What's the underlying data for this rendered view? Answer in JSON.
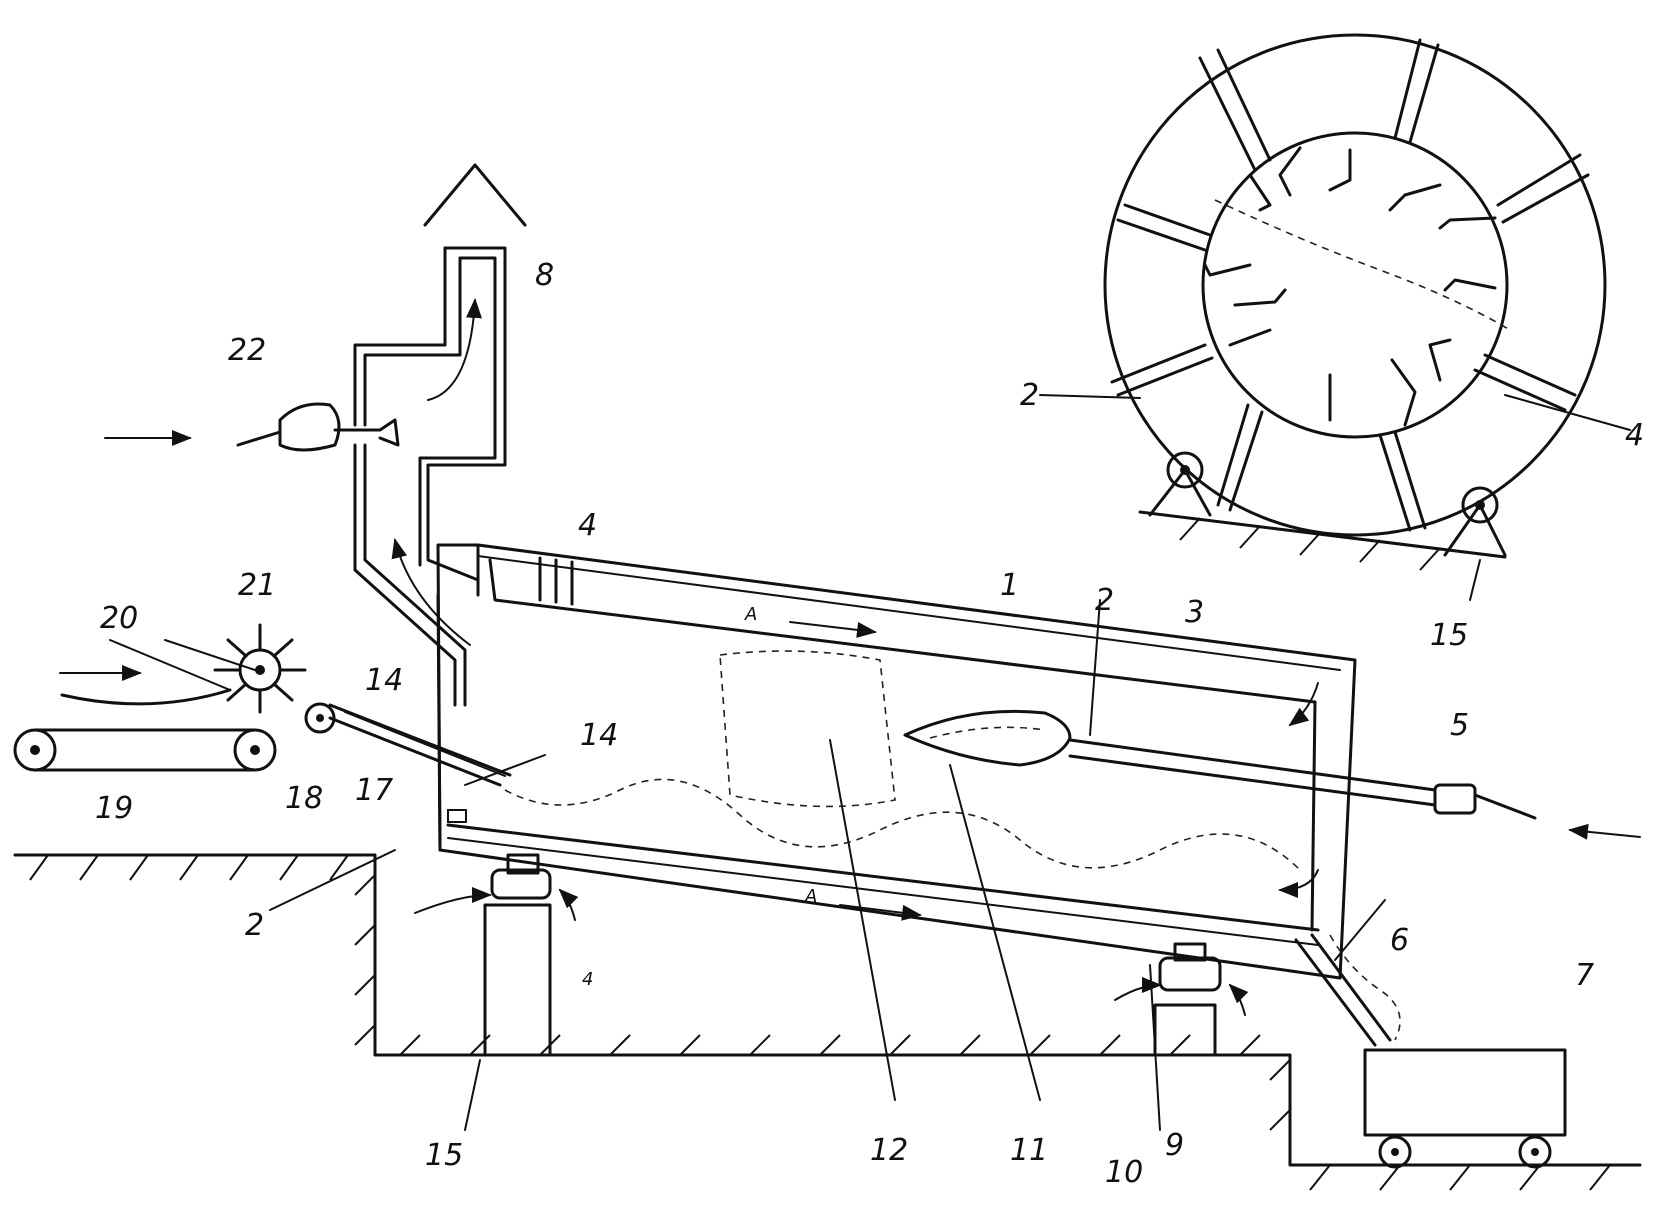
{
  "labels": {
    "l1": "1",
    "l2a": "2",
    "l2b": "2",
    "l2c": "2",
    "l3": "3",
    "l4a": "4",
    "l4b": "4",
    "l4c": "4",
    "l5": "5",
    "l6": "6",
    "l7": "7",
    "l8": "8",
    "l9": "9",
    "l10": "10",
    "l11": "11",
    "l12": "12",
    "l14a": "14",
    "l14b": "14",
    "l15a": "15",
    "l15b": "15",
    "l17": "17",
    "l18": "18",
    "l19": "19",
    "l20": "20",
    "l21": "21",
    "l22": "22",
    "flowA1": "A",
    "flowA2": "A"
  },
  "colors": {
    "ink": "#111111",
    "paper": "#ffffff"
  }
}
